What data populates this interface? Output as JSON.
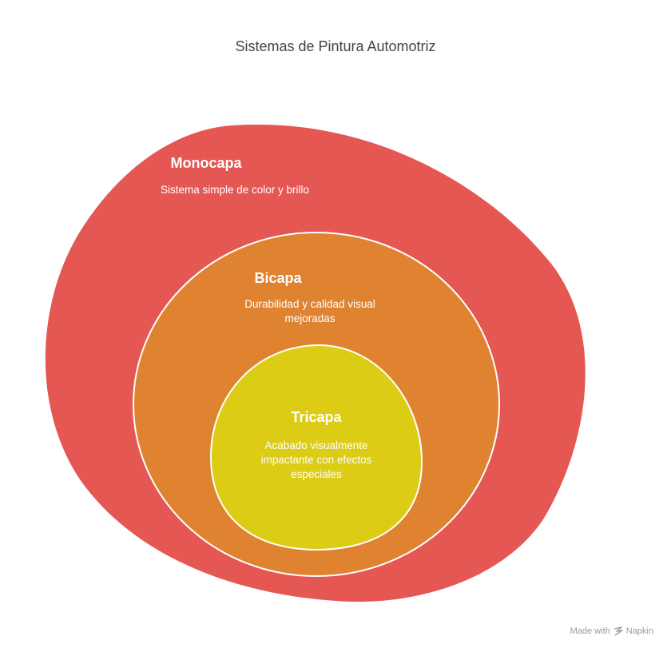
{
  "title": "Sistemas de Pintura Automotriz",
  "colors": {
    "monocapa": "#E55753",
    "bicapa": "#DF8331",
    "tricapa": "#DDCC16",
    "stroke": "#ffffff"
  },
  "layers": [
    {
      "name": "Monocapa",
      "description": "Sistema simple de color y brillo"
    },
    {
      "name": "Bicapa",
      "description": "Durabilidad y calidad visual mejoradas"
    },
    {
      "name": "Tricapa",
      "description": "Acabado visualmente impactante con efectos especiales"
    }
  ],
  "footer": {
    "made_with": "Made with",
    "brand": "Napkin",
    "icon": "napkin-logo-icon"
  }
}
